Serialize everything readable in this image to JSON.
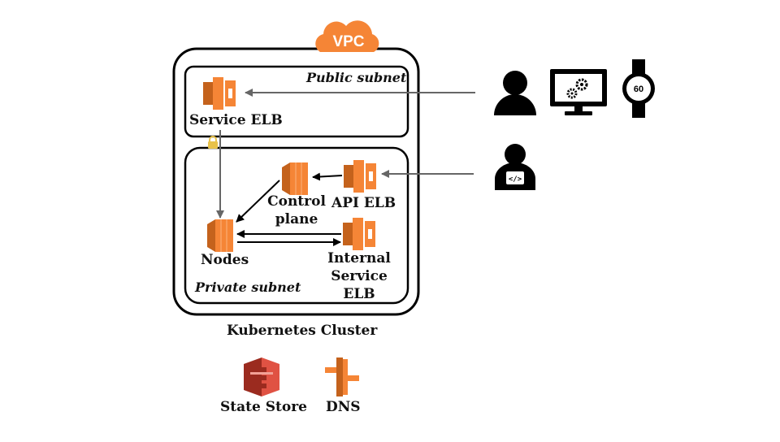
{
  "vpc": {
    "badge": "VPC"
  },
  "subnets": {
    "public": "Public subnet",
    "private": "Private subnet"
  },
  "nodes": {
    "service_elb": "Service ELB",
    "control_plane": [
      "Control",
      "plane"
    ],
    "api_elb": "API ELB",
    "nodes": "Nodes",
    "internal_service_elb": [
      "Internal",
      "Service",
      "ELB"
    ]
  },
  "cluster_label": "Kubernetes Cluster",
  "external": {
    "watch_value": "60",
    "dev_glyph": "</>"
  },
  "services": {
    "state_store": "State Store",
    "dns": "DNS"
  },
  "colors": {
    "orange": "#F58536",
    "orange_dark": "#C4621C",
    "orange_light": "#F89C5A",
    "red": "#E05243",
    "red_dark": "#9B2B1F",
    "ink": "#000000",
    "arrow_gray": "#666666",
    "lock": "#E8C24A"
  }
}
